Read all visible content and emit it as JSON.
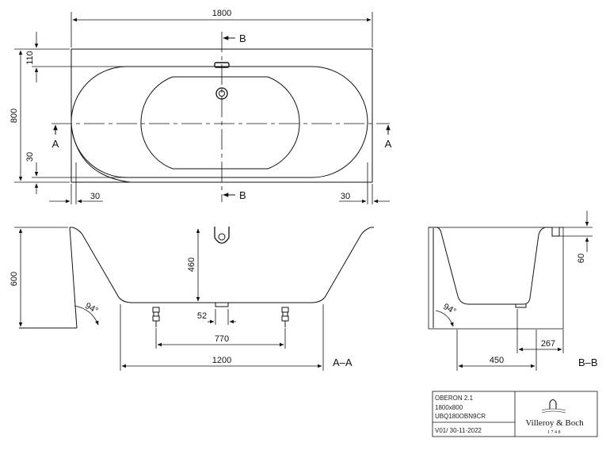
{
  "top_view": {
    "width_dim": "1800",
    "depth_dim": "800",
    "rim_top_dim": "110",
    "rim_bottom_dim": "30",
    "left_dim": "30",
    "right_dim": "30",
    "section_b_top": "B",
    "section_b_bottom": "B",
    "section_a_left": "A",
    "section_a_right": "A"
  },
  "section_aa": {
    "height_dim": "600",
    "depth_dim": "460",
    "angle": "94°",
    "drain_dim": "52",
    "feet_dim": "770",
    "base_dim": "1200",
    "label": "A–A"
  },
  "section_bb": {
    "rim_dim": "60",
    "angle": "94°",
    "base_dim": "450",
    "drain_dim": "267",
    "label": "B–B"
  },
  "title_block": {
    "model": "OBERON 2.1",
    "size": "1800x800",
    "code": "UBQ180OBN9CR",
    "version": "V01/ 30-11-2022",
    "brand": "Villeroy & Boch",
    "brand_year": "1748"
  }
}
